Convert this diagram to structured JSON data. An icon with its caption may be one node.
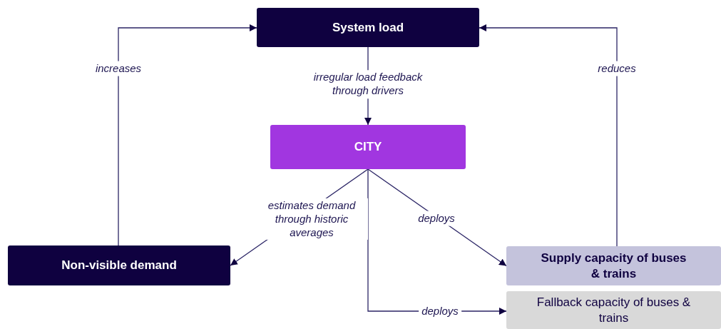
{
  "diagram": {
    "nodes": [
      {
        "text": [
          "System load"
        ]
      },
      {
        "text": [
          "CITY"
        ]
      },
      {
        "text": [
          "Non-visible demand"
        ]
      },
      {
        "text": [
          "Supply capacity of buses & trains"
        ]
      },
      {
        "text": [
          "Fallback capacity of buses & trains"
        ]
      }
    ],
    "edges": [
      {
        "from": 0,
        "to": 1,
        "arrow": "to",
        "label": "irregular load feedback through drivers"
      },
      {
        "from": 1,
        "to": 2,
        "arrow": "to",
        "label": "estimates demand through historic averages"
      },
      {
        "from": 1,
        "to": 3,
        "arrow": "to",
        "label": "deploys"
      },
      {
        "from": 1,
        "to": 4,
        "arrow": "to",
        "label": "deploys"
      },
      {
        "from": 2,
        "to": 0,
        "arrow": "to",
        "label": "increases"
      },
      {
        "from": 3,
        "to": 0,
        "arrow": "to",
        "label": "reduces"
      }
    ]
  }
}
